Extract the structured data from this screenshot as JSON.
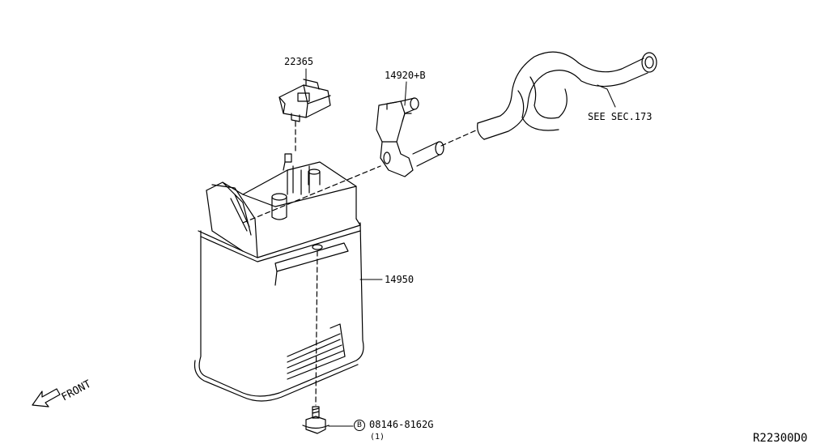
{
  "labels": {
    "sensor": "22365",
    "valve": "14920+B",
    "hose_ref": "SEE SEC.173",
    "canister": "14950",
    "bolt_marker": "B",
    "bolt": "08146-8162G",
    "bolt_qty": "(1)",
    "front": "FRONT",
    "diagram_code": "R22300D0"
  }
}
